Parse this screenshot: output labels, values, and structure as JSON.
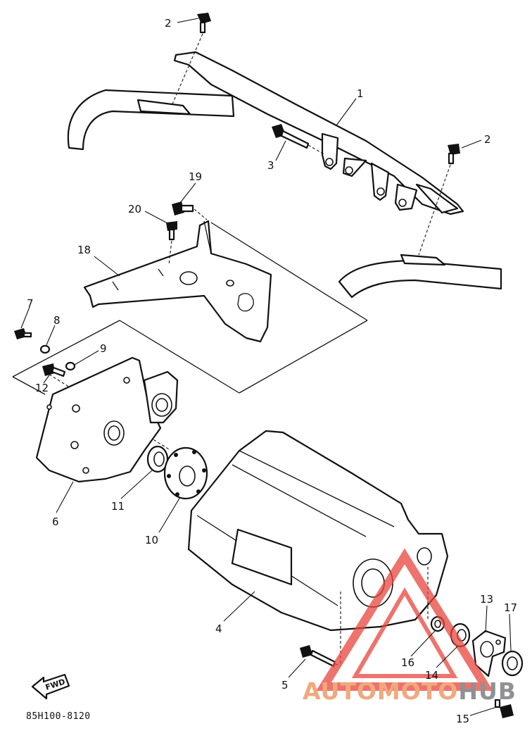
{
  "diagram": {
    "part_numbers": [
      "1",
      "2",
      "2",
      "3",
      "4",
      "5",
      "6",
      "7",
      "8",
      "9",
      "10",
      "11",
      "12",
      "13",
      "14",
      "15",
      "16",
      "17",
      "18",
      "19",
      "20"
    ],
    "fwd_label": "FWD",
    "drawing_code": "85H100-8120"
  },
  "watermark": {
    "brand_part1": "AUTOMOTO",
    "brand_part2": "HUB",
    "color_red": "#e8453c",
    "color_gray": "#8f9194"
  }
}
